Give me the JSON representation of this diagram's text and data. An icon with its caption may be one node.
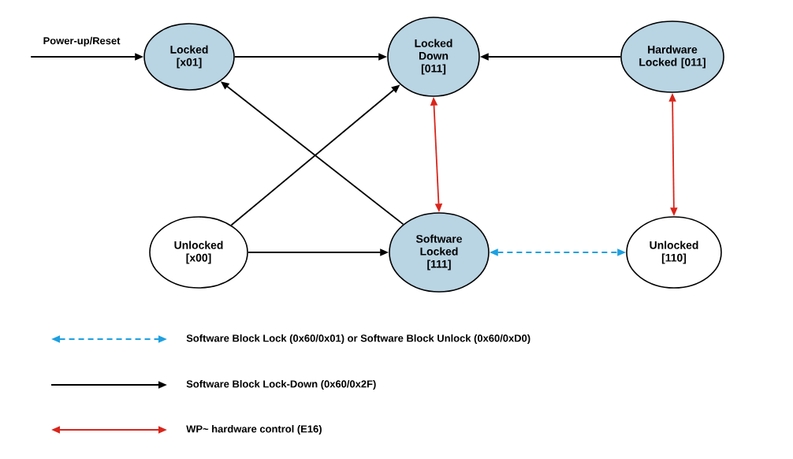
{
  "diagram": {
    "nodes": [
      {
        "text": [
          "Locked [x01]"
        ]
      },
      {
        "text": [
          "Locked Down [011]"
        ]
      },
      {
        "text": [
          "Hardware Locked [011]"
        ]
      },
      {
        "text": [
          "Unlocked [x00]"
        ]
      },
      {
        "text": [
          "Software Locked [111]"
        ]
      },
      {
        "text": [
          "Unlocked [110]"
        ]
      }
    ],
    "edges": [
      {
        "from": null,
        "to": 0,
        "arrow": "to",
        "label": "Power-up/Reset"
      },
      {
        "from": 0,
        "to": 1,
        "arrow": "to"
      },
      {
        "from": 2,
        "to": 1,
        "arrow": "to"
      },
      {
        "from": 3,
        "to": 1,
        "arrow": "to"
      },
      {
        "from": 4,
        "to": 0,
        "arrow": "to"
      },
      {
        "from": 3,
        "to": 4,
        "arrow": "to"
      },
      {
        "from": 1,
        "to": 4,
        "arrow": "both",
        "color": "#d9261c"
      },
      {
        "from": 2,
        "to": 5,
        "arrow": "both",
        "color": "#d9261c"
      },
      {
        "from": 4,
        "to": 5,
        "arrow": "both",
        "style": "dashed",
        "color": "#1ea0e0"
      }
    ],
    "legend": [
      {
        "text": "Software Block Lock (0x60/0x01) or Software Block Unlock (0x60/0xD0)"
      },
      {
        "text": "Software Block Lock-Down (0x60/0x2F)"
      },
      {
        "text": "WP~ hardware control (E16)"
      }
    ]
  }
}
